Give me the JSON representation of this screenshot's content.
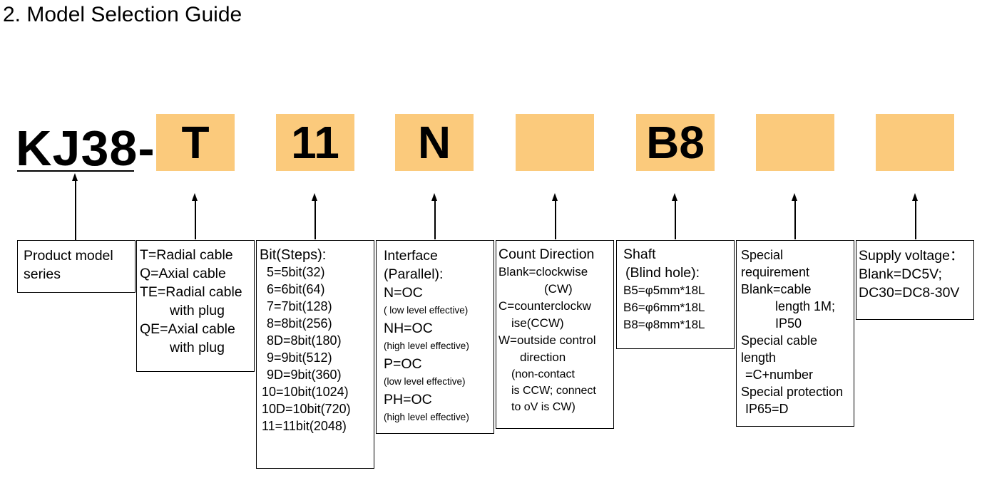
{
  "title": "2.  Model Selection Guide",
  "prefix": "KJ38-",
  "code_fill_color": "#fbca7c",
  "codes": [
    "T",
    "11",
    "N",
    "",
    "B8",
    "",
    ""
  ],
  "product_box": [
    "Product model",
    "series"
  ],
  "cable_box": [
    "T=Radial cable",
    "Q=Axial cable",
    "TE=Radial cable",
    "with plug",
    "QE=Axial cable",
    "with plug"
  ],
  "bit_box": [
    "Bit(Steps):",
    "5=5bit(32)",
    "6=6bit(64)",
    "7=7bit(128)",
    "8=8bit(256)",
    "8D=8bit(180)",
    "9=9bit(512)",
    "9D=9bit(360)",
    "10=10bit(1024)",
    "10D=10bit(720)",
    "11=11bit(2048)"
  ],
  "interface_box": [
    "Interface",
    "(Parallel):",
    "N=OC",
    "( low level  effective)",
    "NH=OC",
    "(high level effective)",
    "P=OC",
    "(low level  effective)",
    "PH=OC",
    "(high level effective)"
  ],
  "count_box": [
    "Count Direction",
    "Blank=clockwise",
    "(CW)",
    "C=counterclockw",
    "ise(CCW)",
    "W=outside control",
    "direction",
    "(non-contact",
    "is CCW; connect",
    "to oV is CW)"
  ],
  "shaft_box": [
    "Shaft",
    "(Blind hole):",
    "B5=φ5mm*18L",
    "B6=φ6mm*18L",
    "B8=φ8mm*18L"
  ],
  "special_box": [
    "Special",
    "requirement",
    "Blank=cable",
    "length 1M;",
    "IP50",
    "Special cable",
    "length",
    "=C+number",
    "Special protection",
    "IP65=D"
  ],
  "voltage_box": [
    "Supply voltage：",
    "Blank=DC5V;",
    "DC30=DC8-30V"
  ]
}
